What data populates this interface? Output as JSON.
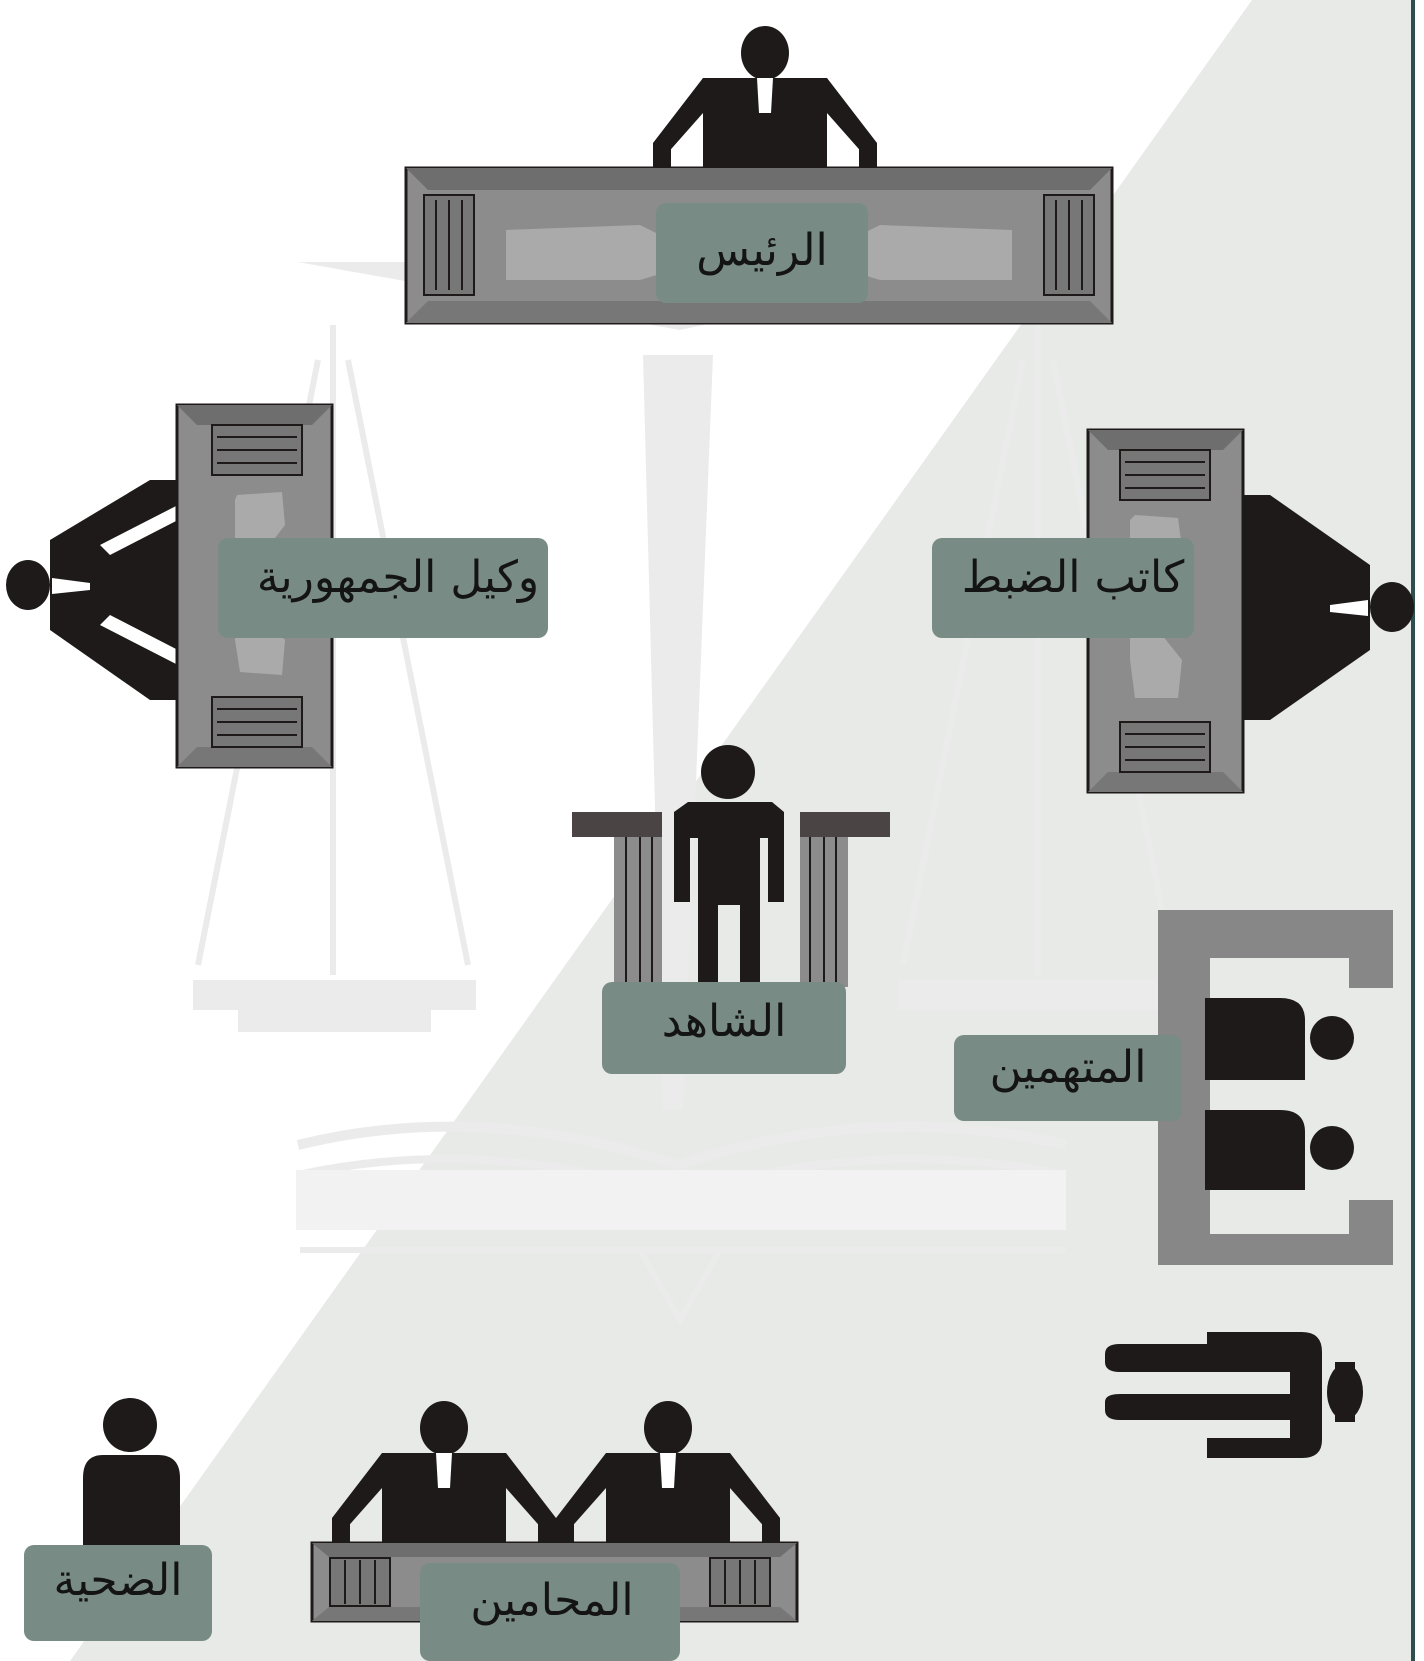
{
  "diagram": {
    "colors": {
      "background": "#ffffff",
      "shade": "#e8eae8",
      "watermark": "#ebebeb",
      "label_box": "#798b85",
      "desk": "#8c8c8c",
      "desk_dark": "#6e6e6e",
      "desk_light": "#aaaaaa",
      "figure": "#1e1a1a",
      "dock": "#878787",
      "border": "#2f4f4f"
    },
    "labels": {
      "president": "الرئيس",
      "prosecutor": "وكيل الجمهورية",
      "clerk": "كاتب الضبط",
      "witness": "الشاهد",
      "accused": "المتهمين",
      "victim": "الضحية",
      "lawyers": "المحامين"
    },
    "icons": {
      "watermark": "scales-of-justice-icon",
      "person": "person-icon",
      "desk": "desk-icon",
      "podium": "witness-stand-icon",
      "dock": "dock-icon"
    }
  }
}
